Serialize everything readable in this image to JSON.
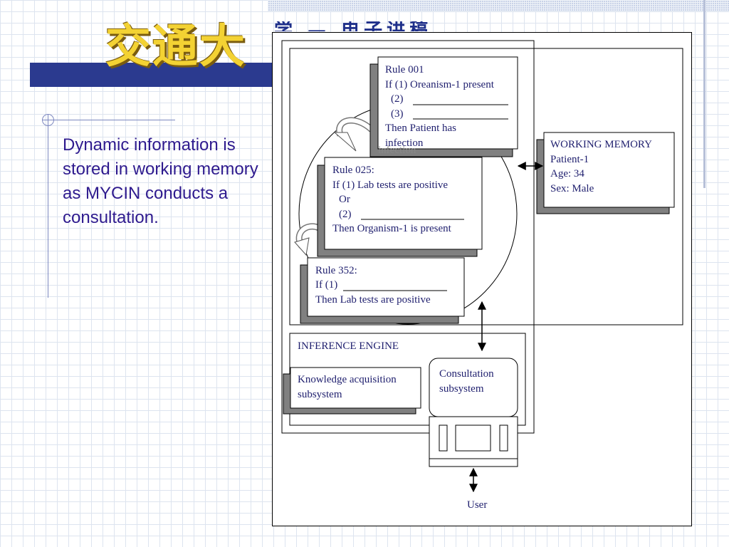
{
  "slide": {
    "title_banner": "交通大",
    "title_trail": "学 — 电子讲稿",
    "side_text": "Dynamic information is stored in working memory as MYCIN conducts a consultation."
  },
  "diagram": {
    "rule001": {
      "lines": [
        "Rule 001",
        "If (1) Oreanism-1 present",
        "(2)",
        "(3)",
        "Then Patient has",
        "infection"
      ],
      "ghost": "infection"
    },
    "rule025": {
      "lines": [
        "Rule 025:",
        "If (1) Lab tests are positive",
        "Or",
        "(2)",
        "Then Organism-1 is present"
      ]
    },
    "rule352": {
      "lines": [
        "Rule 352:",
        "If (1)",
        "Then Lab tests are positive"
      ]
    },
    "working_memory": {
      "lines": [
        "WORKING MEMORY",
        "Patient-1",
        "Age: 34",
        "Sex: Male"
      ]
    },
    "inference_engine": "INFERENCE ENGINE",
    "knowledge_acquisition": [
      "Knowledge acquisition",
      "subsystem"
    ],
    "consultation": [
      "Consultation",
      "subsystem"
    ],
    "user": "User"
  },
  "colors": {
    "text_navy": "#1f1f6e",
    "side_text": "#2e1a8e",
    "shadow_gray": "#808080",
    "title_bar": "#2b3a8f",
    "title_gold": "#f3d233"
  }
}
